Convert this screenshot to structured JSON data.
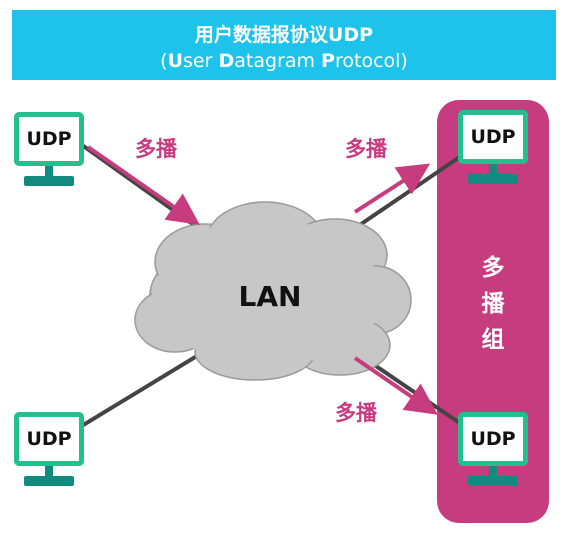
{
  "header": {
    "title": "用户数据报协议UDP",
    "subtitle_open": "(",
    "subtitle_u": "U",
    "subtitle_ser": "ser ",
    "subtitle_d": "D",
    "subtitle_atagram": "atagram ",
    "subtitle_p": "P",
    "subtitle_rotocol": "rotocol)"
  },
  "network": {
    "label": "LAN"
  },
  "hosts": [
    "UDP",
    "UDP",
    "UDP",
    "UDP"
  ],
  "multicast_labels": [
    "多播",
    "多播",
    "多播"
  ],
  "group": {
    "chars": [
      "多",
      "播",
      "组"
    ]
  },
  "colors": {
    "banner": "#1dc3ea",
    "group": "#c73c7e",
    "arrow": "#c73c7e",
    "monitor": "#23c08e",
    "stand": "#138a80",
    "cloud": "#c7c7c7",
    "link": "#444444"
  }
}
